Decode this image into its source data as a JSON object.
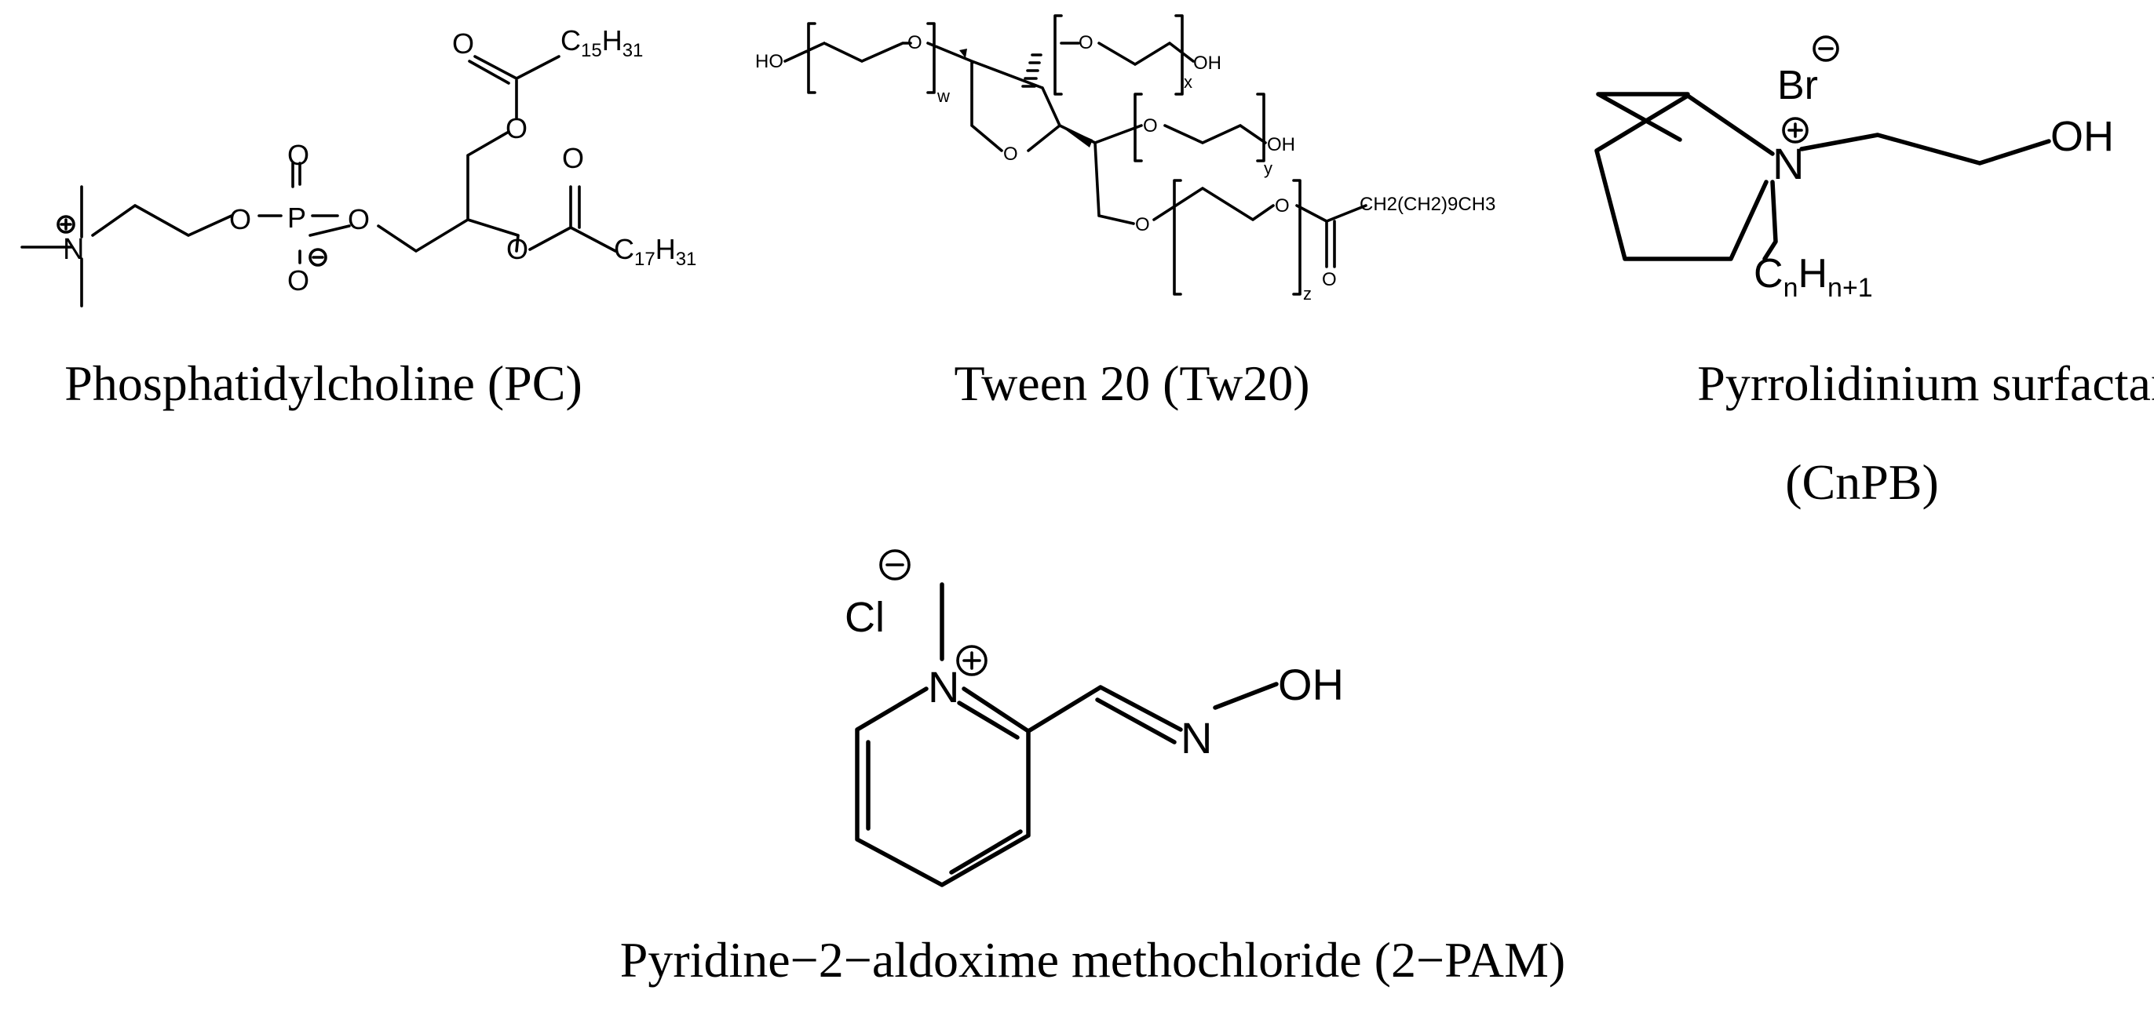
{
  "figure": {
    "structures": [
      {
        "id": "pc",
        "caption": "Phosphatidylcholine (PC)",
        "atoms": {
          "n": "N",
          "o1": "O",
          "p": "P",
          "o_top": "O",
          "o_neg": "O",
          "o2": "O",
          "o3": "O",
          "o_c1": "O",
          "o4": "O",
          "o_c2": "O",
          "c15_main": "C",
          "c15_sub": "15",
          "h31a_main": "H",
          "h31a_sub": "31",
          "c17_main": "C",
          "c17_sub": "17",
          "h31b_main": "H",
          "h31b_sub": "31"
        }
      },
      {
        "id": "tw20",
        "caption": "Tween 20 (Tw20)",
        "atoms": {
          "ho": "HO",
          "o_w": "O",
          "w": "w",
          "o_x": "O",
          "oh_x": "OH",
          "x": "x",
          "o_ring": "O",
          "o_y": "O",
          "oh_y": "OH",
          "y": "y",
          "o_z1": "O",
          "o_z2": "O",
          "o_carb": "O",
          "z": "z",
          "tail": "CH2(CH2)9CH3"
        }
      },
      {
        "id": "cnpb",
        "caption_line1": "Pyrrolidinium surfactant",
        "caption_line2": "(CnPB)",
        "atoms": {
          "br": "Br",
          "n": "N",
          "oh": "OH",
          "c_main": "C",
          "c_sub": "n",
          "h_main": "H",
          "h_sub": "n+1"
        }
      },
      {
        "id": "pam",
        "caption": "Pyridine−2−aldoxime methochloride (2−PAM)",
        "atoms": {
          "cl": "Cl",
          "n_ring": "N",
          "n_oxime": "N",
          "oh": "OH"
        }
      }
    ],
    "charges": {
      "minus": "−",
      "plus": "+"
    }
  }
}
